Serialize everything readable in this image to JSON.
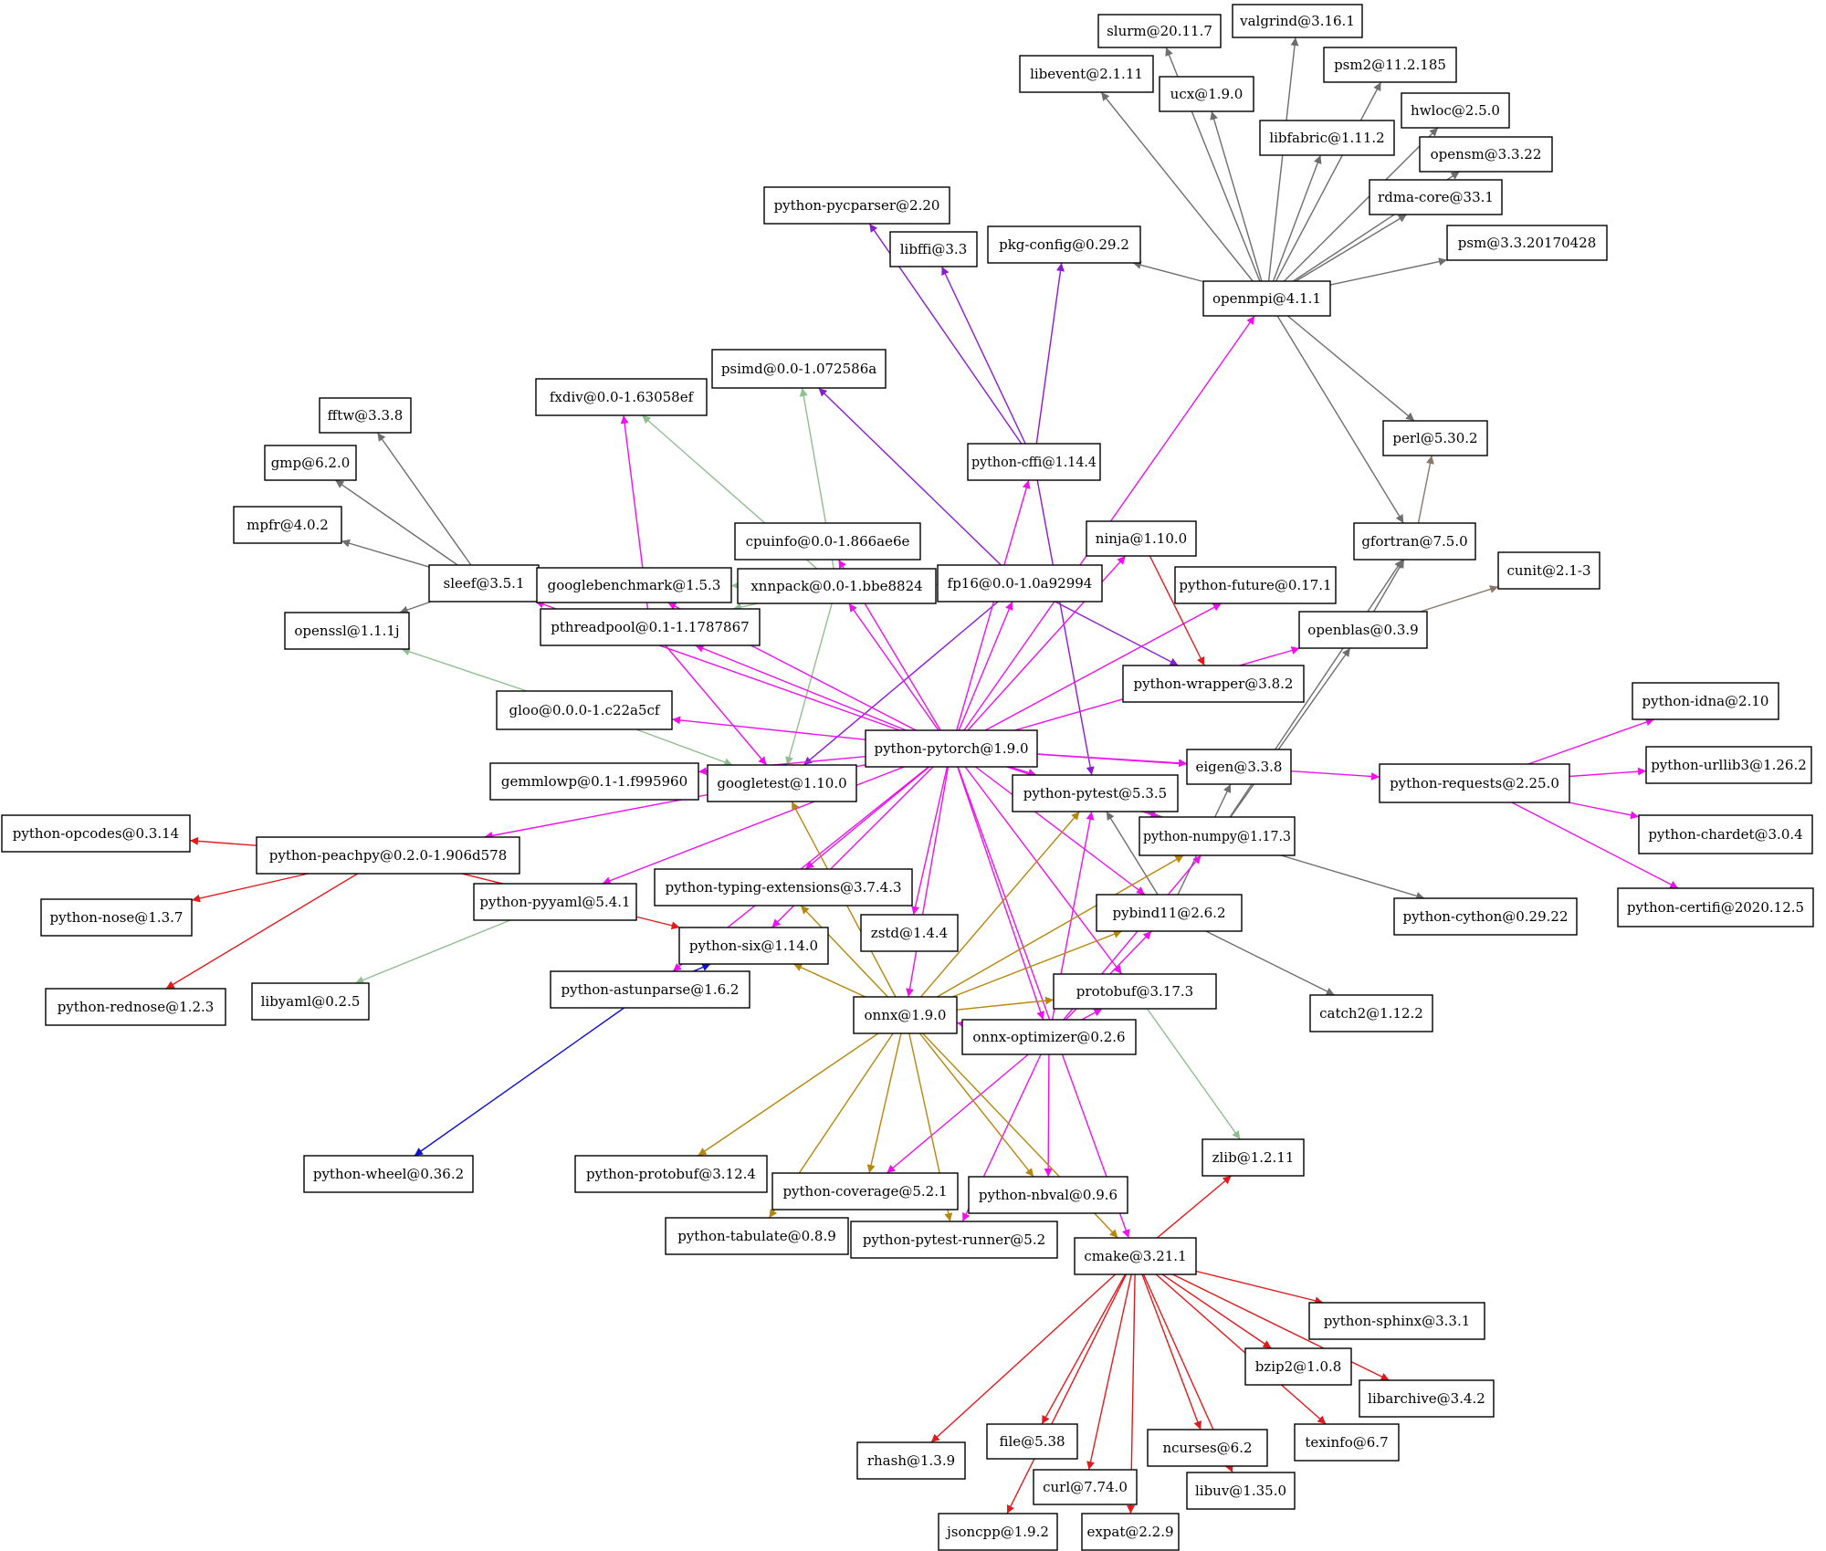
{
  "colors": {
    "gray": "#6e6e6e",
    "magenta": "#ee11ee",
    "purple": "#8b1ad6",
    "green": "#8fbf8f",
    "gold": "#b8860b",
    "red": "#e31a1c",
    "blue": "#1010d0",
    "brown": "#8b7765"
  },
  "nodes": [
    {
      "id": "slurm",
      "label": "slurm@20.11.7"
    },
    {
      "id": "valgrind",
      "label": "valgrind@3.16.1"
    },
    {
      "id": "libevent",
      "label": "libevent@2.1.11"
    },
    {
      "id": "ucx",
      "label": "ucx@1.9.0"
    },
    {
      "id": "psm2",
      "label": "psm2@11.2.185"
    },
    {
      "id": "hwloc",
      "label": "hwloc@2.5.0"
    },
    {
      "id": "libfabric",
      "label": "libfabric@1.11.2"
    },
    {
      "id": "opensm",
      "label": "opensm@3.3.22"
    },
    {
      "id": "rdma",
      "label": "rdma-core@33.1"
    },
    {
      "id": "psm",
      "label": "psm@3.3.20170428"
    },
    {
      "id": "pycparser",
      "label": "python-pycparser@2.20"
    },
    {
      "id": "libffi",
      "label": "libffi@3.3"
    },
    {
      "id": "pkgconfig",
      "label": "pkg-config@0.29.2"
    },
    {
      "id": "openmpi",
      "label": "openmpi@4.1.1"
    },
    {
      "id": "psimd",
      "label": "psimd@0.0-1.072586a"
    },
    {
      "id": "fxdiv",
      "label": "fxdiv@0.0-1.63058ef"
    },
    {
      "id": "fftw",
      "label": "fftw@3.3.8"
    },
    {
      "id": "gmp",
      "label": "gmp@6.2.0"
    },
    {
      "id": "mpfr",
      "label": "mpfr@4.0.2"
    },
    {
      "id": "pycffi",
      "label": "python-cffi@1.14.4"
    },
    {
      "id": "perl",
      "label": "perl@5.30.2"
    },
    {
      "id": "cpuinfo",
      "label": "cpuinfo@0.0-1.866ae6e"
    },
    {
      "id": "ninja",
      "label": "ninja@1.10.0"
    },
    {
      "id": "gfortran",
      "label": "gfortran@7.5.0"
    },
    {
      "id": "sleef",
      "label": "sleef@3.5.1"
    },
    {
      "id": "gbench",
      "label": "googlebenchmark@1.5.3"
    },
    {
      "id": "xnnpack",
      "label": "xnnpack@0.0-1.bbe8824"
    },
    {
      "id": "fp16",
      "label": "fp16@0.0-1.0a92994"
    },
    {
      "id": "pyfuture",
      "label": "python-future@0.17.1"
    },
    {
      "id": "cunit",
      "label": "cunit@2.1-3"
    },
    {
      "id": "openssl",
      "label": "openssl@1.1.1j"
    },
    {
      "id": "pthreadpool",
      "label": "pthreadpool@0.1-1.1787867"
    },
    {
      "id": "openblas",
      "label": "openblas@0.3.9"
    },
    {
      "id": "pywrapper",
      "label": "python-wrapper@3.8.2"
    },
    {
      "id": "gloo",
      "label": "gloo@0.0.0-1.c22a5cf"
    },
    {
      "id": "pyidna",
      "label": "python-idna@2.10"
    },
    {
      "id": "pytorch",
      "label": "python-pytorch@1.9.0"
    },
    {
      "id": "eigen",
      "label": "eigen@3.3.8"
    },
    {
      "id": "pyurllib3",
      "label": "python-urllib3@1.26.2"
    },
    {
      "id": "gemmlowp",
      "label": "gemmlowp@0.1-1.f995960"
    },
    {
      "id": "gtest",
      "label": "googletest@1.10.0"
    },
    {
      "id": "pyrequests",
      "label": "python-requests@2.25.0"
    },
    {
      "id": "pytest",
      "label": "python-pytest@5.3.5"
    },
    {
      "id": "pychardet",
      "label": "python-chardet@3.0.4"
    },
    {
      "id": "pyopcodes",
      "label": "python-opcodes@0.3.14"
    },
    {
      "id": "peachpy",
      "label": "python-peachpy@0.2.0-1.906d578"
    },
    {
      "id": "pynumpy",
      "label": "python-numpy@1.17.3"
    },
    {
      "id": "typingext",
      "label": "python-typing-extensions@3.7.4.3"
    },
    {
      "id": "pyyaml",
      "label": "python-pyyaml@5.4.1"
    },
    {
      "id": "pycertifi",
      "label": "python-certifi@2020.12.5"
    },
    {
      "id": "pynose",
      "label": "python-nose@1.3.7"
    },
    {
      "id": "zstd",
      "label": "zstd@1.4.4"
    },
    {
      "id": "pybind11",
      "label": "pybind11@2.6.2"
    },
    {
      "id": "pycython",
      "label": "python-cython@0.29.22"
    },
    {
      "id": "pysix",
      "label": "python-six@1.14.0"
    },
    {
      "id": "astunparse",
      "label": "python-astunparse@1.6.2"
    },
    {
      "id": "protobuf",
      "label": "protobuf@3.17.3"
    },
    {
      "id": "rednose",
      "label": "python-rednose@1.2.3"
    },
    {
      "id": "libyaml",
      "label": "libyaml@0.2.5"
    },
    {
      "id": "onnx",
      "label": "onnx@1.9.0"
    },
    {
      "id": "catch2",
      "label": "catch2@1.12.2"
    },
    {
      "id": "onnxopt",
      "label": "onnx-optimizer@0.2.6"
    },
    {
      "id": "zlib",
      "label": "zlib@1.2.11"
    },
    {
      "id": "pywheel",
      "label": "python-wheel@0.36.2"
    },
    {
      "id": "pyprotobuf",
      "label": "python-protobuf@3.12.4"
    },
    {
      "id": "pycoverage",
      "label": "python-coverage@5.2.1"
    },
    {
      "id": "pynbval",
      "label": "python-nbval@0.9.6"
    },
    {
      "id": "pytabulate",
      "label": "python-tabulate@0.8.9"
    },
    {
      "id": "pytestrunner",
      "label": "python-pytest-runner@5.2"
    },
    {
      "id": "cmake",
      "label": "cmake@3.21.1"
    },
    {
      "id": "pysphinx",
      "label": "python-sphinx@3.3.1"
    },
    {
      "id": "bzip2",
      "label": "bzip2@1.0.8"
    },
    {
      "id": "libarchive",
      "label": "libarchive@3.4.2"
    },
    {
      "id": "rhash",
      "label": "rhash@1.3.9"
    },
    {
      "id": "file",
      "label": "file@5.38"
    },
    {
      "id": "ncurses",
      "label": "ncurses@6.2"
    },
    {
      "id": "texinfo",
      "label": "texinfo@6.7"
    },
    {
      "id": "curl",
      "label": "curl@7.74.0"
    },
    {
      "id": "libuv",
      "label": "libuv@1.35.0"
    },
    {
      "id": "jsoncpp",
      "label": "jsoncpp@1.9.2"
    },
    {
      "id": "expat",
      "label": "expat@2.2.9"
    }
  ],
  "edges": [
    [
      "openmpi",
      "slurm",
      "gray"
    ],
    [
      "openmpi",
      "valgrind",
      "gray"
    ],
    [
      "openmpi",
      "libevent",
      "gray"
    ],
    [
      "openmpi",
      "ucx",
      "gray"
    ],
    [
      "openmpi",
      "psm2",
      "gray"
    ],
    [
      "openmpi",
      "hwloc",
      "gray"
    ],
    [
      "openmpi",
      "libfabric",
      "gray"
    ],
    [
      "openmpi",
      "opensm",
      "gray"
    ],
    [
      "openmpi",
      "rdma",
      "gray"
    ],
    [
      "openmpi",
      "psm",
      "gray"
    ],
    [
      "openmpi",
      "pkgconfig",
      "gray"
    ],
    [
      "openmpi",
      "perl",
      "gray"
    ],
    [
      "openmpi",
      "gfortran",
      "gray"
    ],
    [
      "sleef",
      "fftw",
      "gray"
    ],
    [
      "sleef",
      "gmp",
      "gray"
    ],
    [
      "sleef",
      "mpfr",
      "gray"
    ],
    [
      "sleef",
      "openssl",
      "gray"
    ],
    [
      "gfortran",
      "perl",
      "brown"
    ],
    [
      "openblas",
      "cunit",
      "brown"
    ],
    [
      "openblas",
      "gfortran",
      "gray"
    ],
    [
      "pynumpy",
      "gfortran",
      "gray"
    ],
    [
      "pynumpy",
      "openblas",
      "gray"
    ],
    [
      "pybind11",
      "eigen",
      "gray"
    ],
    [
      "pybind11",
      "pytest",
      "gray"
    ],
    [
      "pybind11",
      "catch2",
      "gray"
    ],
    [
      "pynumpy",
      "pycython",
      "gray"
    ],
    [
      "pynumpy",
      "pytest",
      "gray"
    ],
    [
      "pycffi",
      "pycparser",
      "purple"
    ],
    [
      "pycffi",
      "libffi",
      "purple"
    ],
    [
      "pycffi",
      "pkgconfig",
      "purple"
    ],
    [
      "pycffi",
      "pytest",
      "purple"
    ],
    [
      "fp16",
      "psimd",
      "purple"
    ],
    [
      "fp16",
      "pywrapper",
      "purple"
    ],
    [
      "fp16",
      "gtest",
      "purple"
    ],
    [
      "xnnpack",
      "fp16",
      "green"
    ],
    [
      "xnnpack",
      "psimd",
      "green"
    ],
    [
      "xnnpack",
      "fxdiv",
      "green"
    ],
    [
      "xnnpack",
      "gbench",
      "green"
    ],
    [
      "xnnpack",
      "pthreadpool",
      "green"
    ],
    [
      "xnnpack",
      "gtest",
      "green"
    ],
    [
      "gloo",
      "openssl",
      "green"
    ],
    [
      "gloo",
      "gtest",
      "green"
    ],
    [
      "pyyaml",
      "libyaml",
      "green"
    ],
    [
      "protobuf",
      "zlib",
      "green"
    ],
    [
      "pytorch",
      "openmpi",
      "magenta"
    ],
    [
      "pytorch",
      "pycffi",
      "magenta"
    ],
    [
      "pytorch",
      "ninja",
      "magenta"
    ],
    [
      "pytorch",
      "pyfuture",
      "magenta"
    ],
    [
      "pytorch",
      "openblas",
      "magenta"
    ],
    [
      "pytorch",
      "cpuinfo",
      "magenta"
    ],
    [
      "pytorch",
      "xnnpack",
      "magenta"
    ],
    [
      "pytorch",
      "fp16",
      "magenta"
    ],
    [
      "pytorch",
      "sleef",
      "magenta"
    ],
    [
      "pytorch",
      "pthreadpool",
      "magenta"
    ],
    [
      "pytorch",
      "gbench",
      "magenta"
    ],
    [
      "pytorch",
      "gloo",
      "magenta"
    ],
    [
      "pytorch",
      "gemmlowp",
      "magenta"
    ],
    [
      "pytorch",
      "eigen",
      "magenta"
    ],
    [
      "pytorch",
      "pyrequests",
      "magenta"
    ],
    [
      "pytorch",
      "pytest",
      "magenta"
    ],
    [
      "pytorch",
      "pynumpy",
      "magenta"
    ],
    [
      "pytorch",
      "pybind11",
      "magenta"
    ],
    [
      "pytorch",
      "peachpy",
      "magenta"
    ],
    [
      "pytorch",
      "pyyaml",
      "magenta"
    ],
    [
      "pytorch",
      "typingext",
      "magenta"
    ],
    [
      "pytorch",
      "zstd",
      "magenta"
    ],
    [
      "pytorch",
      "astunparse",
      "magenta"
    ],
    [
      "pytorch",
      "pysix",
      "magenta"
    ],
    [
      "pytorch",
      "onnx",
      "magenta"
    ],
    [
      "pytorch",
      "protobuf",
      "magenta"
    ],
    [
      "pytorch",
      "cmake",
      "magenta"
    ],
    [
      "pytorch",
      "onnxopt",
      "magenta"
    ],
    [
      "pthreadpool",
      "fxdiv",
      "magenta"
    ],
    [
      "pthreadpool",
      "gtest",
      "magenta"
    ],
    [
      "pyrequests",
      "pyidna",
      "magenta"
    ],
    [
      "pyrequests",
      "pyurllib3",
      "magenta"
    ],
    [
      "pyrequests",
      "pychardet",
      "magenta"
    ],
    [
      "pyrequests",
      "pycertifi",
      "magenta"
    ],
    [
      "onnxopt",
      "onnx",
      "magenta"
    ],
    [
      "onnxopt",
      "pytest",
      "magenta"
    ],
    [
      "onnxopt",
      "pybind11",
      "magenta"
    ],
    [
      "onnxopt",
      "pycoverage",
      "magenta"
    ],
    [
      "onnxopt",
      "pytestrunner",
      "magenta"
    ],
    [
      "onnxopt",
      "pynbval",
      "magenta"
    ],
    [
      "onnxopt",
      "protobuf",
      "magenta"
    ],
    [
      "onnxopt",
      "pynumpy",
      "magenta"
    ],
    [
      "onnx",
      "pysix",
      "gold"
    ],
    [
      "onnx",
      "typingext",
      "gold"
    ],
    [
      "onnx",
      "gtest",
      "gold"
    ],
    [
      "onnx",
      "pytest",
      "gold"
    ],
    [
      "onnx",
      "pynumpy",
      "gold"
    ],
    [
      "onnx",
      "pybind11",
      "gold"
    ],
    [
      "onnx",
      "protobuf",
      "gold"
    ],
    [
      "onnx",
      "pyprotobuf",
      "gold"
    ],
    [
      "onnx",
      "pycoverage",
      "gold"
    ],
    [
      "onnx",
      "pynbval",
      "gold"
    ],
    [
      "onnx",
      "pytabulate",
      "gold"
    ],
    [
      "onnx",
      "pytestrunner",
      "gold"
    ],
    [
      "onnx",
      "cmake",
      "gold"
    ],
    [
      "ninja",
      "pywrapper",
      "red"
    ],
    [
      "peachpy",
      "pyopcodes",
      "red"
    ],
    [
      "peachpy",
      "pynose",
      "red"
    ],
    [
      "peachpy",
      "rednose",
      "red"
    ],
    [
      "peachpy",
      "pysix",
      "red"
    ],
    [
      "cmake",
      "zlib",
      "red"
    ],
    [
      "cmake",
      "pysphinx",
      "red"
    ],
    [
      "cmake",
      "bzip2",
      "red"
    ],
    [
      "cmake",
      "libarchive",
      "red"
    ],
    [
      "cmake",
      "rhash",
      "red"
    ],
    [
      "cmake",
      "file",
      "red"
    ],
    [
      "cmake",
      "ncurses",
      "red"
    ],
    [
      "cmake",
      "texinfo",
      "red"
    ],
    [
      "cmake",
      "curl",
      "red"
    ],
    [
      "cmake",
      "libuv",
      "red"
    ],
    [
      "cmake",
      "jsoncpp",
      "red"
    ],
    [
      "cmake",
      "expat",
      "red"
    ],
    [
      "astunparse",
      "pywheel",
      "blue"
    ],
    [
      "astunparse",
      "pysix",
      "blue"
    ]
  ]
}
